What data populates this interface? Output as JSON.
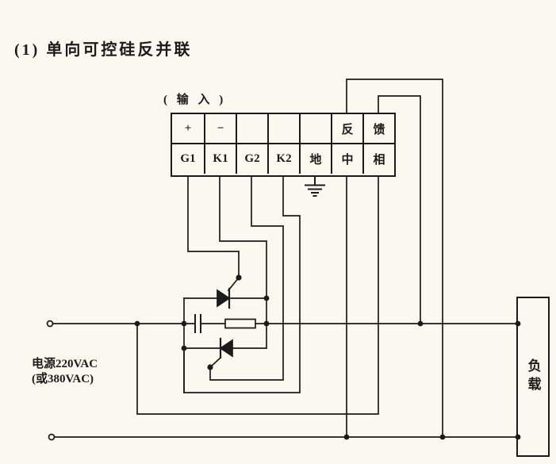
{
  "title": "(1) 单向可控硅反并联",
  "terminal_block": {
    "header_label": "( 输 入 )",
    "top_row": [
      "+",
      "−",
      "",
      "",
      "",
      "反",
      "馈"
    ],
    "bottom_row": [
      "G1",
      "K1",
      "G2",
      "K2",
      "地",
      "中",
      "相"
    ]
  },
  "power_label": {
    "line1": "电源220VAC",
    "line2": "(或380VAC)"
  },
  "load_label": "负载",
  "colors": {
    "ink": "#1b1b1b",
    "paper": "#fbf8f0"
  }
}
